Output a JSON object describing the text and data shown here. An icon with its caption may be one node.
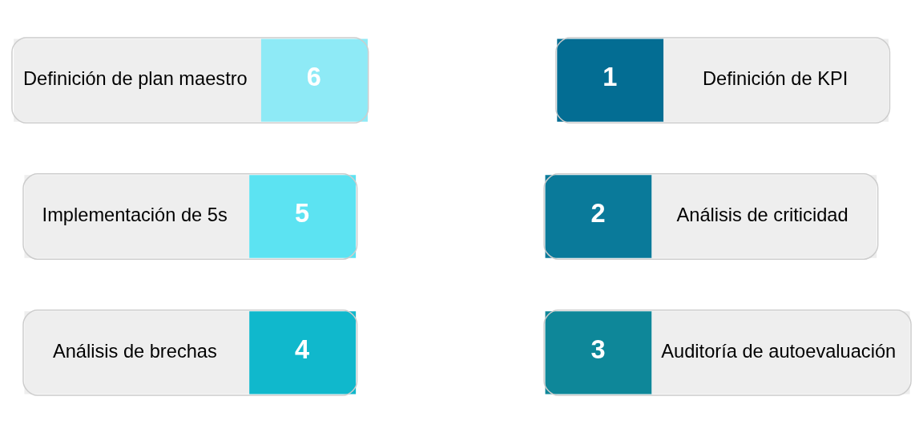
{
  "diagram": {
    "nodes": [
      {
        "text": [
          "Definición de plan maestro",
          "6"
        ]
      },
      {
        "text": [
          "1",
          "Definición de KPI"
        ]
      },
      {
        "text": [
          "Implementación de 5s",
          "5"
        ]
      },
      {
        "text": [
          "2",
          "Análisis de criticidad"
        ]
      },
      {
        "text": [
          "Análisis de brechas",
          "4"
        ]
      },
      {
        "text": [
          "3",
          "Auditoría de autoevaluación"
        ]
      }
    ]
  }
}
